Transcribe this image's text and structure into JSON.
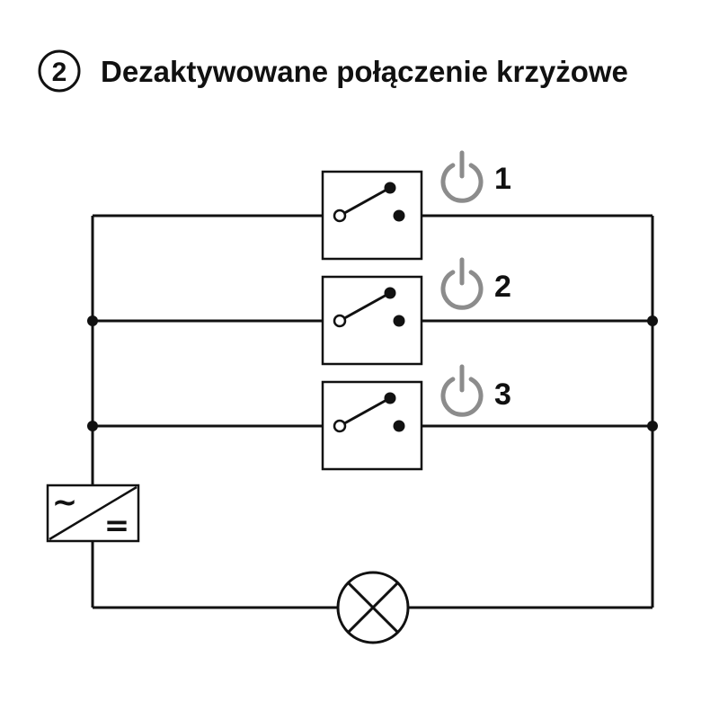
{
  "title": {
    "step_number": "2",
    "text": "Dezaktywowane połączenie krzyżowe"
  },
  "colors": {
    "line": "#111111",
    "power_icon": "#8c8c8c"
  },
  "switches": [
    {
      "number": "1",
      "icon": "power-icon"
    },
    {
      "number": "2",
      "icon": "power-icon"
    },
    {
      "number": "3",
      "icon": "power-icon"
    }
  ],
  "converter": {
    "ac_symbol": "~",
    "dc_symbol": "="
  },
  "lamp": {
    "icon": "lamp-icon"
  }
}
